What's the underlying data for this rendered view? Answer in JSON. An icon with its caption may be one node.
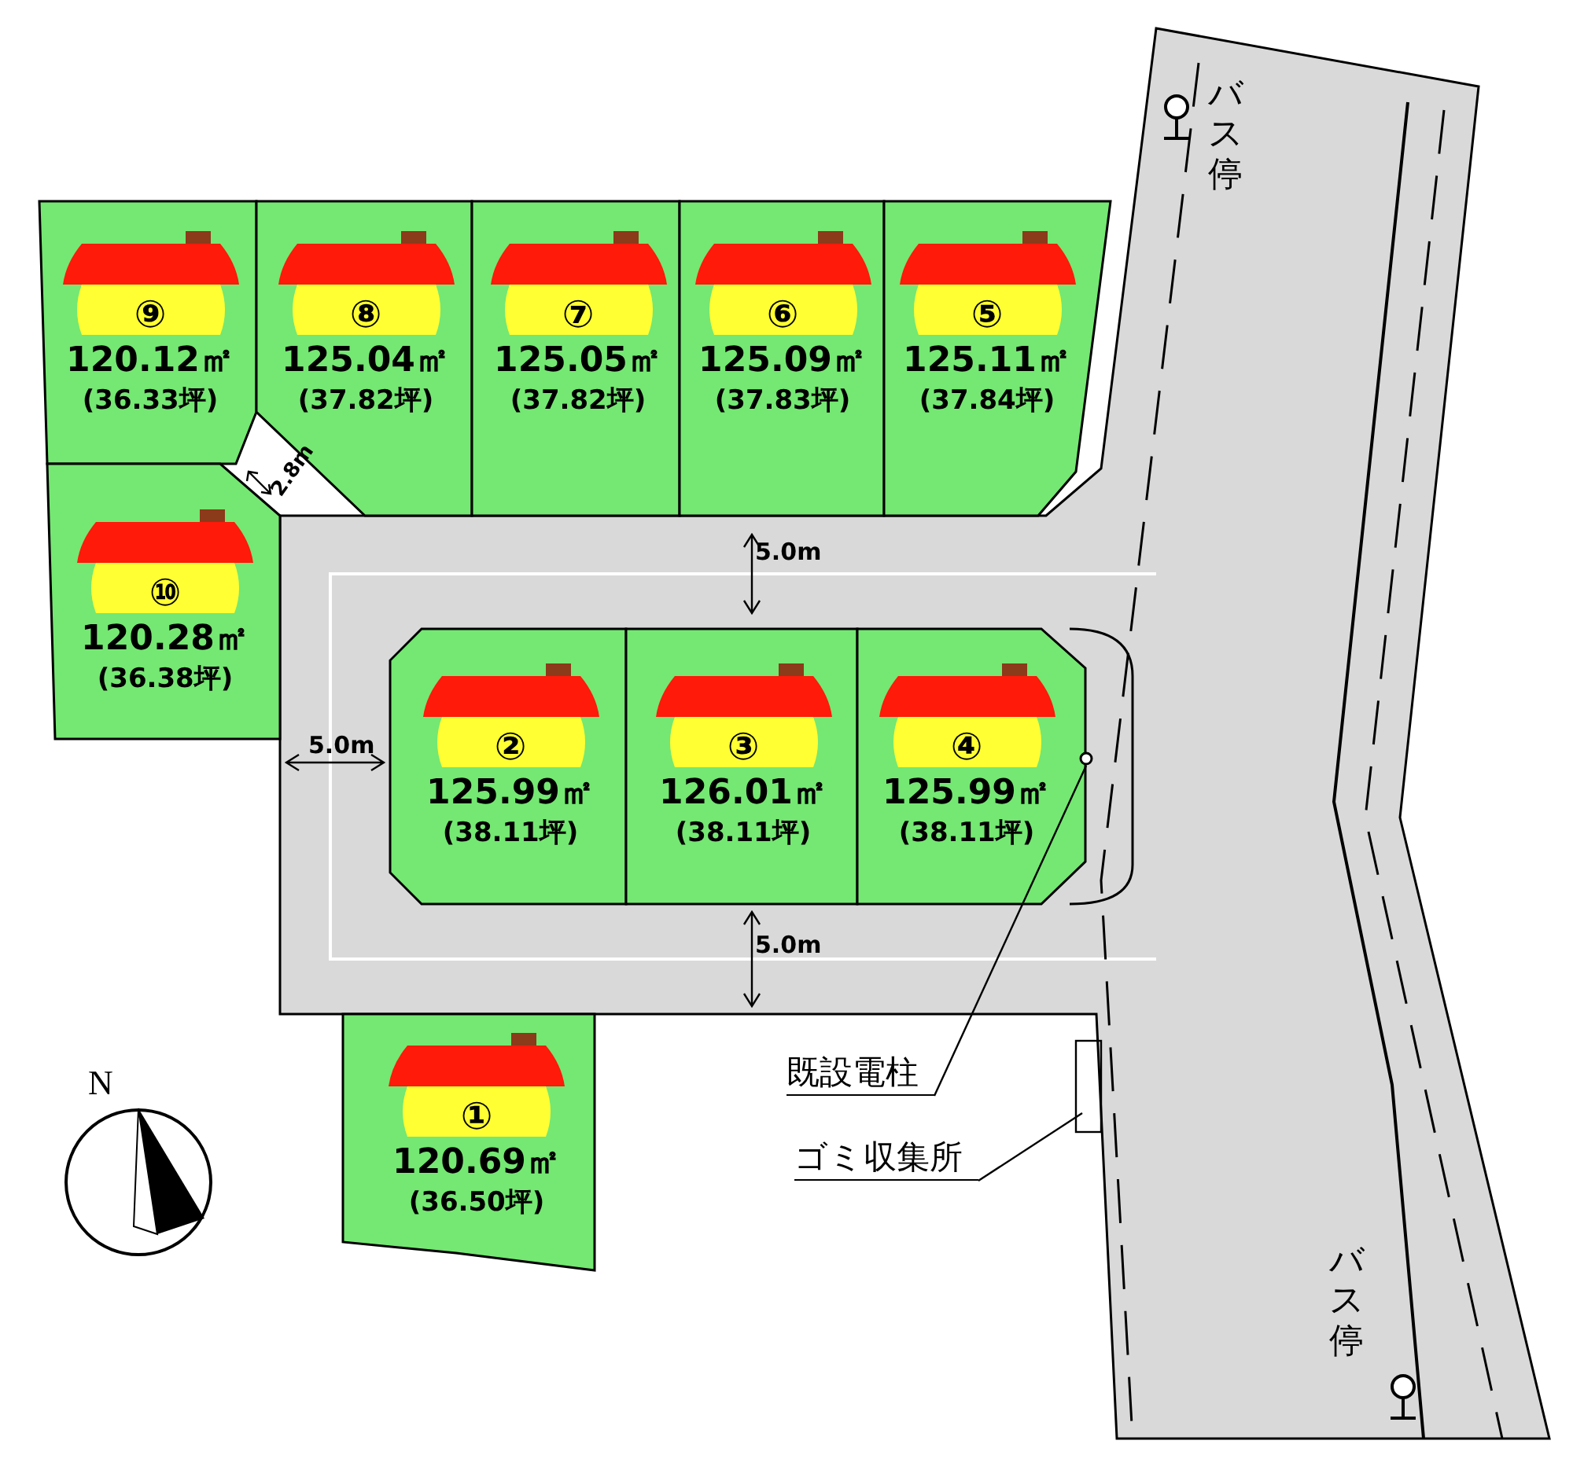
{
  "diagram": {
    "nodes": [
      {
        "text": [
          "⑨",
          "120.12㎡",
          "(36.33坪)"
        ]
      },
      {
        "text": [
          "⑧",
          "125.04㎡",
          "(37.82坪)"
        ]
      },
      {
        "text": [
          "⑦",
          "125.05㎡",
          "(37.82坪)"
        ]
      },
      {
        "text": [
          "⑥",
          "125.09㎡",
          "(37.83坪)"
        ]
      },
      {
        "text": [
          "⑤",
          "125.11㎡",
          "(37.84坪)"
        ]
      },
      {
        "text": [
          "⑩",
          "120.28㎡",
          "(36.38坪)"
        ]
      },
      {
        "text": [
          "②",
          "125.99㎡",
          "(38.11坪)"
        ]
      },
      {
        "text": [
          "③",
          "126.01㎡",
          "(38.11坪)"
        ]
      },
      {
        "text": [
          "④",
          "125.99㎡",
          "(38.11坪)"
        ]
      },
      {
        "text": [
          "①",
          "120.69㎡",
          "(36.50坪)"
        ]
      },
      {
        "text": [
          "既設電柱"
        ]
      },
      {
        "text": [],
        "shape": "circle"
      },
      {
        "text": [
          "ゴミ収集所"
        ]
      },
      {
        "text": [],
        "shape": "box"
      }
    ],
    "edges": [
      {
        "from": 10,
        "to": 11,
        "arrow": "none"
      },
      {
        "from": 12,
        "to": 13,
        "arrow": "none"
      }
    ],
    "labels": [
      "バス停",
      "2.8m",
      "5.0m",
      "5.0m",
      "5.0m",
      "N",
      "バス停"
    ]
  }
}
